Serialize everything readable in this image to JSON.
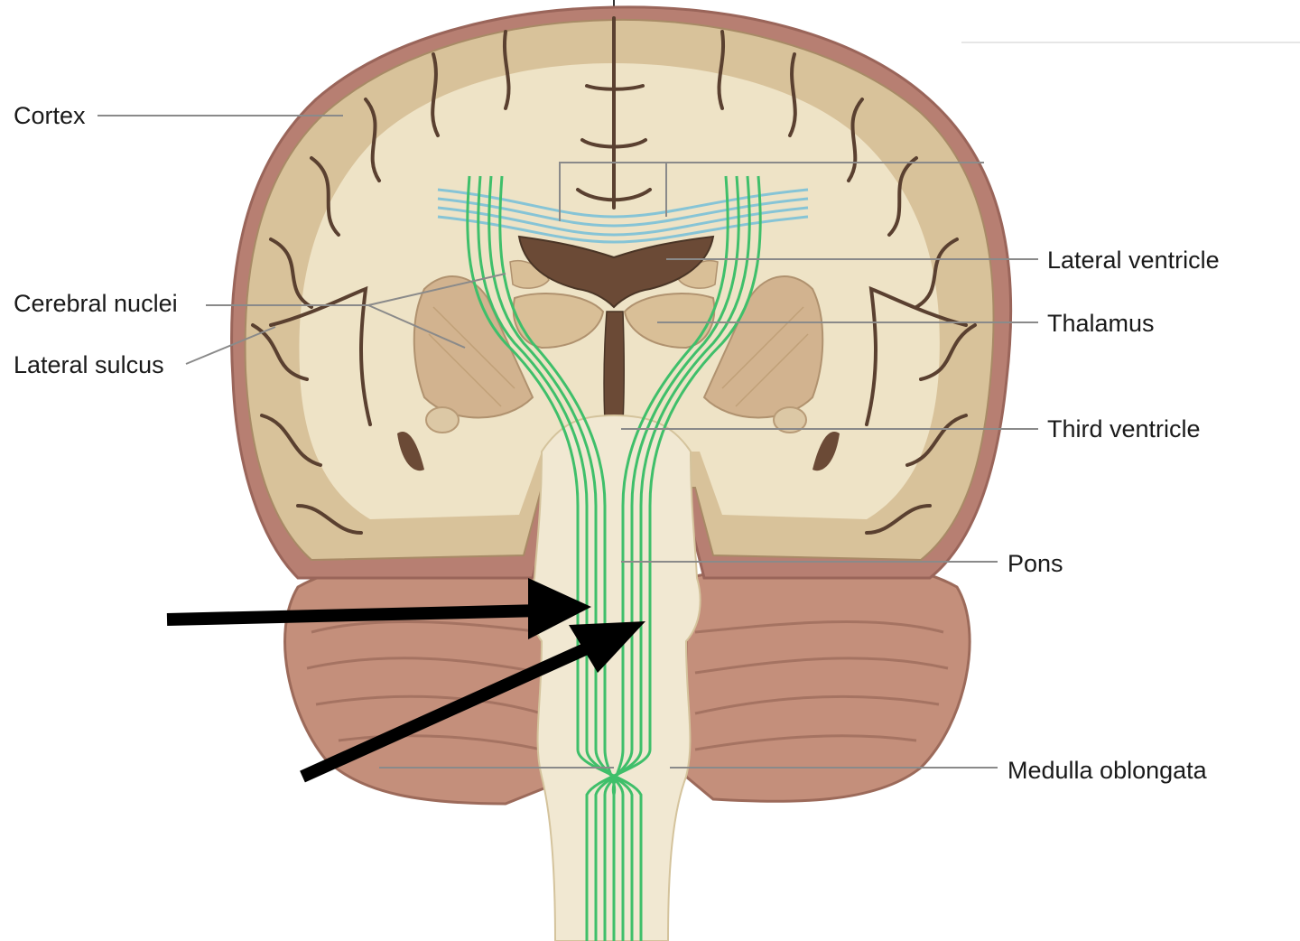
{
  "labels": {
    "cortex": "Cortex",
    "cerebral_nuclei": "Cerebral nuclei",
    "lateral_sulcus": "Lateral sulcus",
    "lateral_ventricle": "Lateral ventricle",
    "thalamus": "Thalamus",
    "third_ventricle": "Third ventricle",
    "pons": "Pons",
    "medulla_oblongata": "Medulla oblongata"
  },
  "colors": {
    "skull_edge": "#a9726a",
    "gray_matter": "#d7c19a",
    "white_matter": "#efe5cc",
    "sulcus_line": "#4a3526",
    "ventricle": "#6b4a36",
    "cerebellum": "#c0907a",
    "brainstem": "#f1e8d2",
    "tract_green": "#3fbf6a",
    "corpus_blue": "#8cc6d8",
    "leader_line": "#8a8a8a",
    "arrow": "#000000"
  }
}
